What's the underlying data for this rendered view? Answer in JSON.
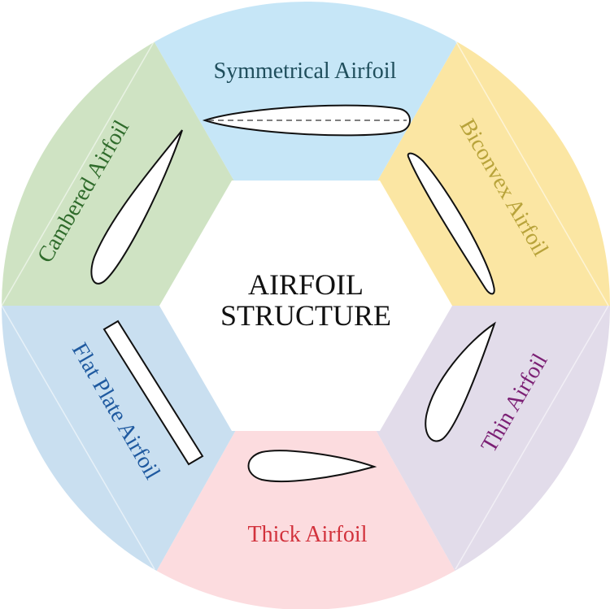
{
  "title_lines": [
    "AIRFOIL",
    "STRUCTURE"
  ],
  "colors": {
    "text_center": "#111111",
    "outline": "#111111"
  },
  "segments": [
    {
      "key": "symmetrical",
      "label": "Symmetrical Airfoil",
      "fill": "#c6e6f7",
      "text_color": "#1f4e5c",
      "icon": "symmetrical-airfoil-icon"
    },
    {
      "key": "biconvex",
      "label": "Biconvex Airfoil",
      "fill": "#fbe6a3",
      "text_color": "#b8a33a",
      "icon": "biconvex-airfoil-icon"
    },
    {
      "key": "thin",
      "label": "Thin Airfoil",
      "fill": "#e2dcea",
      "text_color": "#7b1f74",
      "icon": "thin-airfoil-icon"
    },
    {
      "key": "thick",
      "label": "Thick Airfoil",
      "fill": "#fcdcdf",
      "text_color": "#d2323c",
      "icon": "thick-airfoil-icon"
    },
    {
      "key": "flat",
      "label": "Flat Plate Airfoil",
      "fill": "#c9dff0",
      "text_color": "#1f5aa0",
      "icon": "flat-plate-airfoil-icon"
    },
    {
      "key": "cambered",
      "label": "Cambered Airfoil",
      "fill": "#cfe3c3",
      "text_color": "#2f6b2b",
      "icon": "cambered-airfoil-icon"
    }
  ]
}
